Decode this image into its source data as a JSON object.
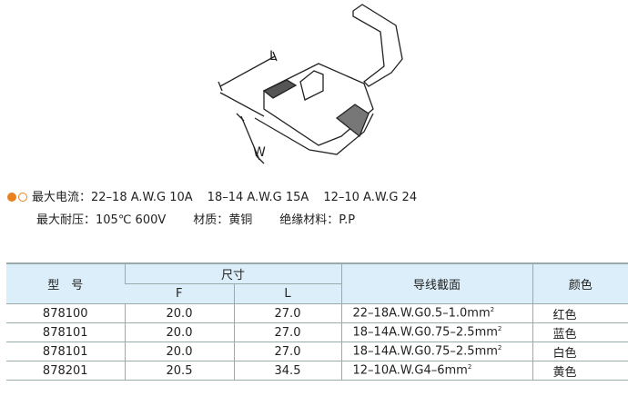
{
  "diagram": {
    "label_L": "L",
    "label_W": "W"
  },
  "specs": {
    "line1_label": "最大电流：",
    "line1_items": [
      "22–18 A.W.G 10A",
      "18–14 A.W.G 15A",
      "12–10 A.W.G 24"
    ],
    "line2_label": "最大耐压：",
    "line2_items": [
      "105℃  600V",
      "材质：黄铜",
      "绝缘材料：P.P"
    ],
    "bullet_colors": [
      "#e8821e",
      "#ffffff"
    ]
  },
  "table": {
    "headers": {
      "model": "型　号",
      "size": "尺寸",
      "F": "F",
      "L": "L",
      "wire": "导线截面",
      "color": "颜色"
    },
    "rows": [
      {
        "model": "878100",
        "F": "20.0",
        "L": "27.0",
        "wire": "22–18A.W.G0.5–1.0mm",
        "sup": "2",
        "color": "红色"
      },
      {
        "model": "878101",
        "F": "20.0",
        "L": "27.0",
        "wire": "18–14A.W.G0.75–2.5mm",
        "sup": "2",
        "color": "蓝色"
      },
      {
        "model": "878101",
        "F": "20.0",
        "L": "27.0",
        "wire": "18–14A.W.G0.75–2.5mm",
        "sup": "2",
        "color": "白色"
      },
      {
        "model": "878201",
        "F": "20.5",
        "L": "34.5",
        "wire": "12–10A.W.G4–6mm",
        "sup": "2",
        "color": "黄色"
      }
    ]
  }
}
